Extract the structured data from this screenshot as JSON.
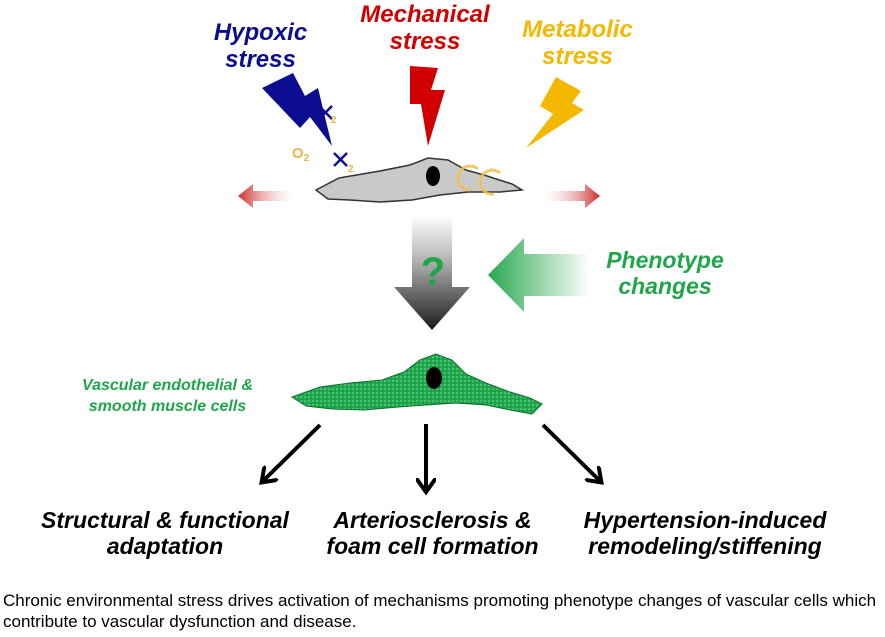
{
  "colors": {
    "hypoxic": "#0d0d8f",
    "mechanical": "#d10000",
    "metabolic": "#f5b800",
    "green": "#1fa64a",
    "cell_gray": "#c9c9c9"
  },
  "stress": {
    "hypoxic": [
      "Hypoxic",
      "stress"
    ],
    "mechanical": [
      "Mechanical",
      "stress"
    ],
    "metabolic": [
      "Metabolic",
      "stress"
    ]
  },
  "oxygen": {
    "o": "O",
    "sub": "2"
  },
  "question_mark": "?",
  "phenotype": [
    "Phenotype",
    "changes"
  ],
  "cell_label": [
    "Vascular endothelial &",
    "smooth muscle cells"
  ],
  "outcomes": [
    [
      "Structural & functional",
      "adaptation"
    ],
    [
      "Arteriosclerosis &",
      "foam cell formation"
    ],
    [
      "Hypertension-induced",
      "remodeling/stiffening"
    ]
  ],
  "caption": "Chronic environmental stress drives activation of mechanisms promoting phenotype changes of vascular cells which contribute to vascular dysfunction and disease."
}
